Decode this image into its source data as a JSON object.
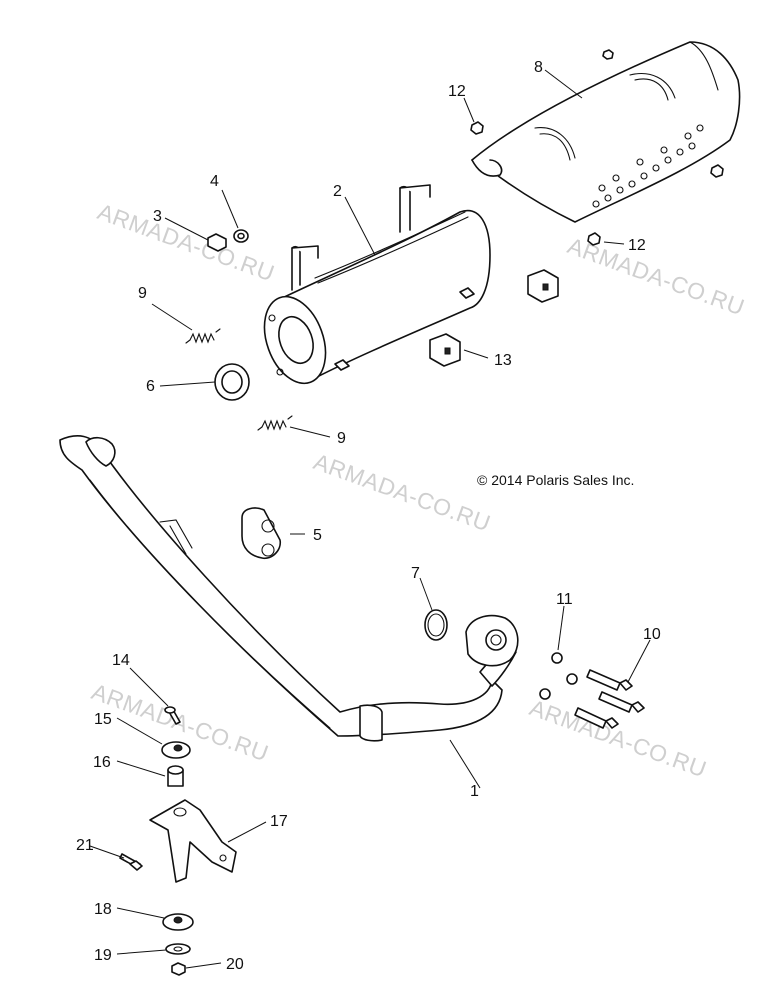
{
  "diagram": {
    "copyright": "© 2014 Polaris Sales Inc.",
    "watermark": "ARMADA-CO.RU",
    "callouts": {
      "c1": "1",
      "c2": "2",
      "c3": "3",
      "c4": "4",
      "c5": "5",
      "c6": "6",
      "c7": "7",
      "c8": "8",
      "c9a": "9",
      "c9b": "9",
      "c10": "10",
      "c11": "11",
      "c12a": "12",
      "c12b": "12",
      "c13": "13",
      "c14": "14",
      "c15": "15",
      "c16": "16",
      "c17": "17",
      "c18": "18",
      "c19": "19",
      "c20": "20",
      "c21": "21"
    }
  }
}
